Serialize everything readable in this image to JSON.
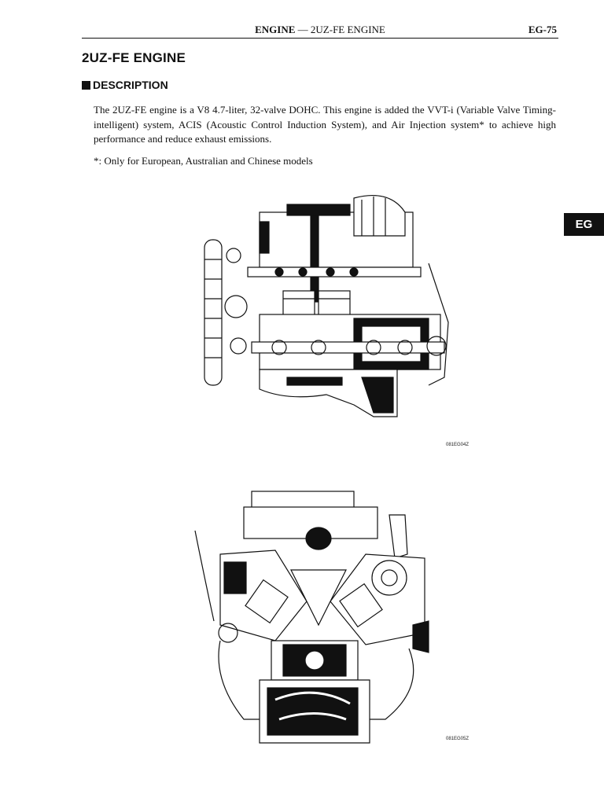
{
  "header": {
    "section_bold": "ENGINE",
    "section_rest": " — 2UZ-FE ENGINE",
    "page_number": "EG-75"
  },
  "title": "2UZ-FE ENGINE",
  "section_heading": "DESCRIPTION",
  "description": "The 2UZ-FE engine is a V8 4.7-liter, 32-valve DOHC. This engine is added the VVT-i (Variable Valve Timing-intelligent) system, ACIS (Acoustic Control Induction System), and Air Injection system* to achieve high performance and reduce exhaust emissions.",
  "note": "*: Only for European, Australian and Chinese models",
  "side_tab": "EG",
  "figures": [
    {
      "code": "081EG04Z"
    },
    {
      "code": "081EG05Z"
    }
  ]
}
